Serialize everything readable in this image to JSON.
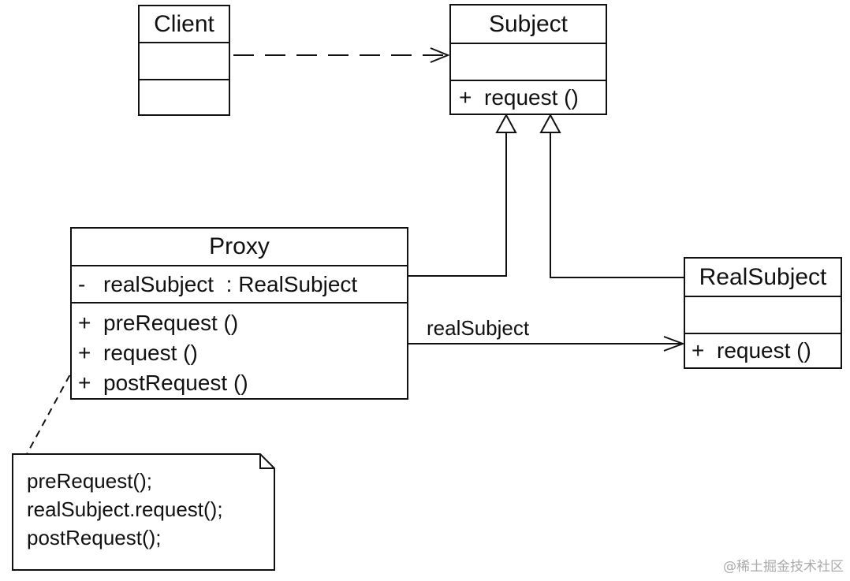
{
  "diagram": {
    "classes": {
      "client": {
        "name": "Client",
        "attributes": [],
        "operations": []
      },
      "subject": {
        "name": "Subject",
        "attributes": [],
        "operations": [
          {
            "visibility": "+",
            "text": "request ()"
          }
        ]
      },
      "proxy": {
        "name": "Proxy",
        "attributes": [
          {
            "visibility": "-",
            "text": "realSubject  : RealSubject"
          }
        ],
        "operations": [
          {
            "visibility": "+",
            "text": "preRequest ()"
          },
          {
            "visibility": "+",
            "text": "request ()"
          },
          {
            "visibility": "+",
            "text": "postRequest ()"
          }
        ]
      },
      "real_subject": {
        "name": "RealSubject",
        "attributes": [],
        "operations": [
          {
            "visibility": "+",
            "text": "request ()"
          }
        ]
      }
    },
    "relationships": [
      {
        "from": "Client",
        "to": "Subject",
        "kind": "dependency"
      },
      {
        "from": "Proxy",
        "to": "Subject",
        "kind": "generalization"
      },
      {
        "from": "RealSubject",
        "to": "Subject",
        "kind": "generalization"
      },
      {
        "from": "Proxy",
        "to": "RealSubject",
        "kind": "association",
        "label": "realSubject"
      }
    ],
    "note": {
      "lines": [
        "preRequest();",
        "realSubject.request();",
        "postRequest();"
      ]
    }
  },
  "watermark": "@稀土掘金技术社区"
}
